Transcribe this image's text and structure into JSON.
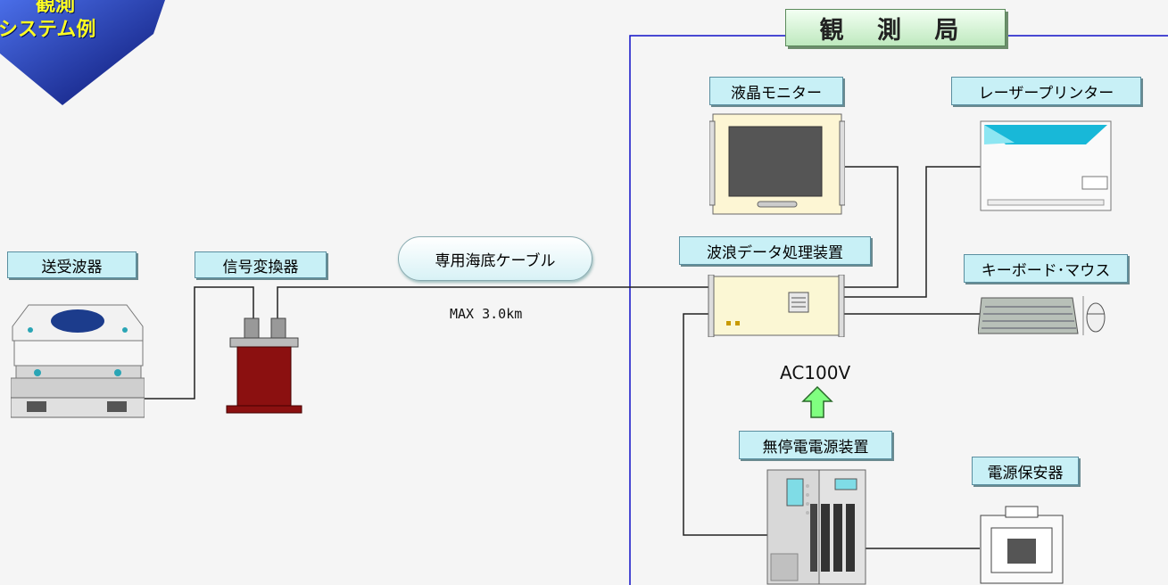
{
  "corner_badge": {
    "line1": "観測",
    "line2": "システム例"
  },
  "station": {
    "title": "観 測 局"
  },
  "devices": {
    "transceiver": "送受波器",
    "signal_converter": "信号変換器",
    "lcd_monitor": "液晶モニター",
    "laser_printer": "レーザープリンター",
    "wave_processor": "波浪データ処理装置",
    "keyboard_mouse": "キーボード･マウス",
    "ups": "無停電電源装置",
    "power_protector": "電源保安器"
  },
  "cable": {
    "label": "専用海底ケーブル",
    "length": "MAX 3.0km"
  },
  "power": {
    "label": "AC100V"
  },
  "colors": {
    "label_bg": "#c8f0f6",
    "station_border": "#0000cc",
    "badge_blue": "#1a2ea0",
    "arrow_green": "#80ff80",
    "converter_red": "#8b1010"
  }
}
